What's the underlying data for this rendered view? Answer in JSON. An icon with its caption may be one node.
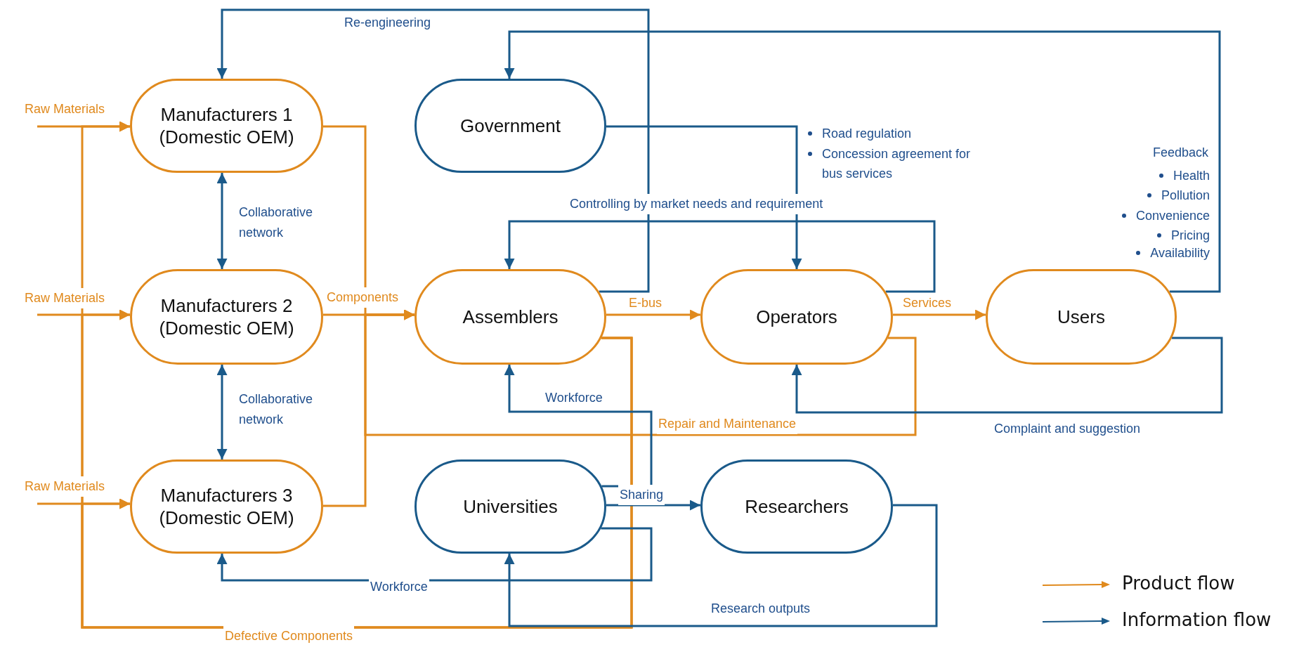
{
  "diagram": {
    "nodes": [
      {
        "text": [
          "Manufacturers 1 (Domestic OEM)"
        ]
      },
      {
        "text": [
          "Government"
        ]
      },
      {
        "text": [
          "Manufacturers 2 (Domestic OEM)"
        ]
      },
      {
        "text": [
          "Assemblers"
        ]
      },
      {
        "text": [
          "Operators"
        ]
      },
      {
        "text": [
          "Users"
        ]
      },
      {
        "text": [
          "Manufacturers 3 (Domestic OEM)"
        ]
      },
      {
        "text": [
          "Universities"
        ]
      },
      {
        "text": [
          "Researchers"
        ]
      }
    ],
    "edges": [
      {
        "from": null,
        "to": 0,
        "arrow": "to",
        "label": "Raw Materials"
      },
      {
        "from": null,
        "to": 2,
        "arrow": "to",
        "label": "Raw Materials"
      },
      {
        "from": null,
        "to": 6,
        "arrow": "to",
        "label": "Raw Materials"
      },
      {
        "from": 0,
        "to": 3,
        "arrow": "to"
      },
      {
        "from": 2,
        "to": 3,
        "arrow": "to",
        "label": "Components"
      },
      {
        "from": 6,
        "to": 3,
        "arrow": "to"
      },
      {
        "from": 4,
        "to": 3,
        "arrow": "to",
        "label": "Repair and Maintenance"
      },
      {
        "from": 3,
        "to": 0,
        "arrow": "to",
        "label": "Defective Components"
      },
      {
        "from": 3,
        "to": 2,
        "arrow": "to"
      },
      {
        "from": 3,
        "to": 6,
        "arrow": "to"
      },
      {
        "from": 3,
        "to": 4,
        "arrow": "to",
        "label": "E-bus"
      },
      {
        "from": 4,
        "to": 5,
        "arrow": "to",
        "label": "Services"
      },
      {
        "from": 0,
        "to": 2,
        "arrow": "both",
        "label": "Collaborative network",
        "color": "#1a5a8a"
      },
      {
        "from": 2,
        "to": 6,
        "arrow": "both",
        "label": "Collaborative network",
        "color": "#1a5a8a"
      },
      {
        "from": 3,
        "to": 0,
        "arrow": "to",
        "label": "Re-engineering",
        "color": "#1a5a8a"
      },
      {
        "from": 5,
        "to": 1,
        "arrow": "to",
        "label": "Feedback",
        "color": "#1a5a8a"
      },
      {
        "from": 1,
        "to": 4,
        "arrow": "to",
        "color": "#1a5a8a"
      },
      {
        "from": 4,
        "to": 3,
        "arrow": "to",
        "label": "Controlling by market needs and requirement",
        "color": "#1a5a8a"
      },
      {
        "from": 5,
        "to": 4,
        "arrow": "to",
        "label": "Complaint and suggestion",
        "color": "#1a5a8a"
      },
      {
        "from": 7,
        "to": 3,
        "arrow": "to",
        "label": "Workforce",
        "color": "#1a5a8a"
      },
      {
        "from": 7,
        "to": 8,
        "arrow": "to",
        "label": "Sharing",
        "color": "#1a5a8a"
      },
      {
        "from": 7,
        "to": 6,
        "arrow": "to",
        "label": "Workforce",
        "color": "#1a5a8a"
      },
      {
        "from": 8,
        "to": 7,
        "arrow": "to",
        "label": "Research outputs",
        "color": "#1a5a8a"
      }
    ],
    "labels": [
      "Road regulation",
      "Concession agreement for bus services",
      "Health",
      "Pollution",
      "Convenience",
      "Pricing",
      "Availability"
    ],
    "legend": [
      {
        "text": "Product flow"
      },
      {
        "text": "Information flow"
      }
    ]
  }
}
